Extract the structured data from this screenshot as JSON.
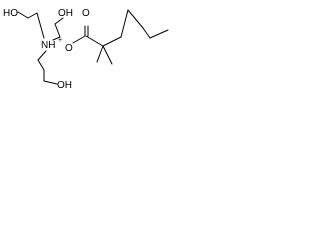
{
  "structure": {
    "atoms": {
      "ho_top_left": "HO",
      "oh_top_middle": "OH",
      "nh": "NH",
      "n_charge": "+",
      "ester_o": "O",
      "carbonyl_o": "O",
      "oh_bottom": "OH"
    },
    "colors": {
      "bond": "#000000",
      "text": "#000000",
      "background": "#ffffff"
    }
  }
}
